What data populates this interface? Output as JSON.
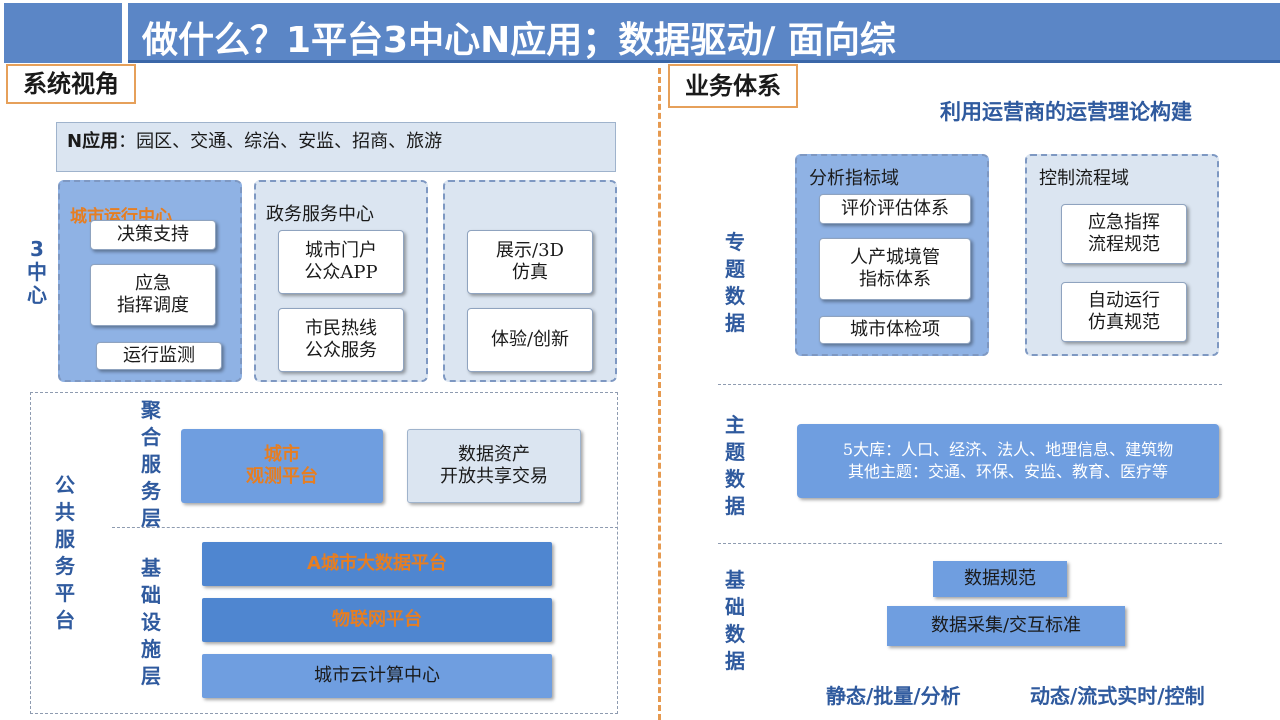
{
  "title": "做什么？1平台3中心N应用；数据驱动/ 面向综",
  "left": {
    "label": "系统视角",
    "napp": {
      "prefix": "N应用",
      "rest": "：园区、交通、综治、安监、招商、旅游"
    },
    "three_center_label": [
      "3",
      "中",
      "心"
    ],
    "center1": {
      "title": "城市运行中心",
      "items": [
        "决策支持",
        "应急\n指挥调度",
        "运行监测"
      ]
    },
    "center2": {
      "title": "政务服务中心",
      "items": [
        "城市门户\n公众APP",
        "市民热线\n公众服务"
      ]
    },
    "center3": {
      "items": [
        "展示/3D\n仿真",
        "体验/创新"
      ]
    },
    "platform_label": [
      "公",
      "共",
      "服",
      "务",
      "平",
      "台"
    ],
    "aggregation_label": [
      "聚",
      "合",
      "服",
      "务",
      "层"
    ],
    "observe_platform": "城市\n观测平台",
    "data_asset": "数据资产\n开放共享交易",
    "infra_label": [
      "基",
      "础",
      "设",
      "施",
      "层"
    ],
    "bigdata": "A城市大数据平台",
    "iot": "物联网平台",
    "cloud": "城市云计算中心"
  },
  "right": {
    "label": "业务体系",
    "subtitle": "利用运营商的运营理论构建",
    "topic_label": [
      "专",
      "题",
      "数",
      "据"
    ],
    "analysis": {
      "title": "分析指标域",
      "items": [
        "评价评估体系",
        "人产城境管\n指标体系",
        "城市体检项"
      ]
    },
    "control": {
      "title": "控制流程域",
      "items": [
        "应急指挥\n流程规范",
        "自动运行\n仿真规范"
      ]
    },
    "subject_label": [
      "主",
      "题",
      "数",
      "据"
    ],
    "subject_box": "5大库：人口、经济、法人、地理信息、建筑物\n其他主题：交通、环保、安监、教育、医疗等",
    "base_label": [
      "基",
      "础",
      "数",
      "据"
    ],
    "data_norm": "数据规范",
    "data_collect": "数据采集/交互标准",
    "bottom_left": "静态/批量/分析",
    "bottom_right": "动态/流式实时/控制"
  },
  "colors": {
    "title_bar": "#5b86c6",
    "accent_orange": "#e67e22",
    "light_panel": "#dbe5f1",
    "mid_blue": "#6f9ee0",
    "deep_blue": "#4f86d0",
    "heading_blue": "#2f5a9e"
  }
}
